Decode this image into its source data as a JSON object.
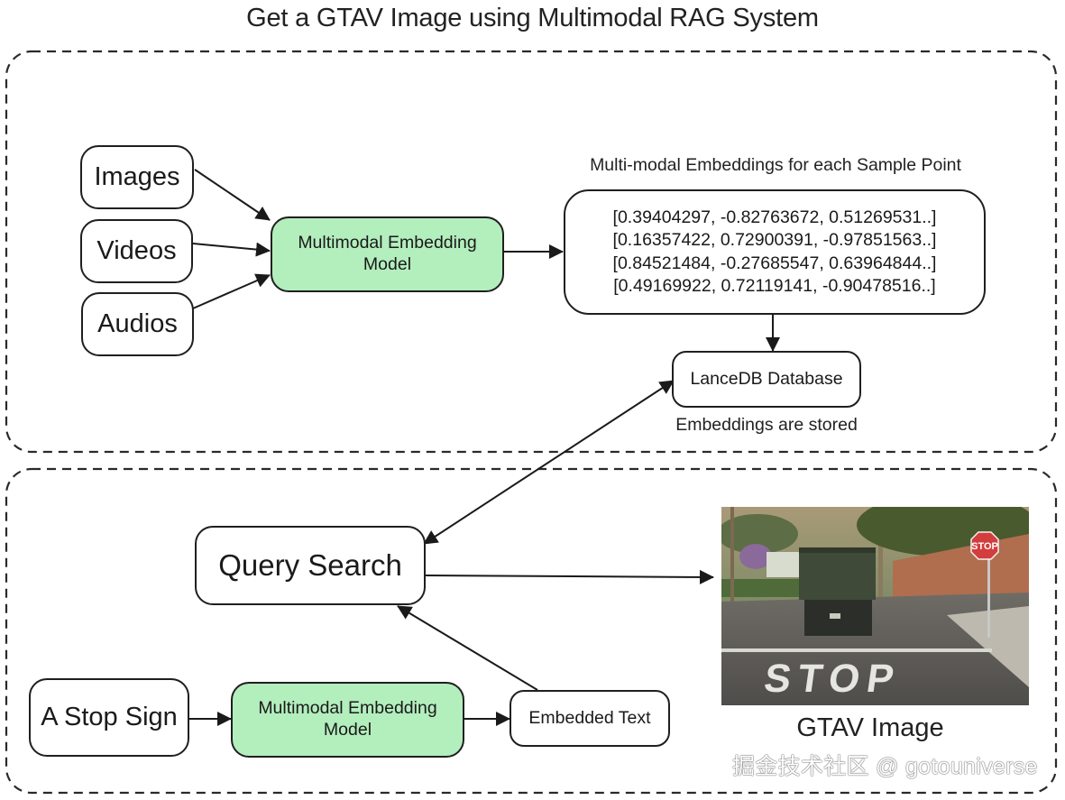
{
  "title": "Get a GTAV Image using Multimodal RAG System",
  "ingestion": {
    "inputs": [
      {
        "label": "Images"
      },
      {
        "label": "Videos"
      },
      {
        "label": "Audios"
      }
    ],
    "model": {
      "line1": "Multimodal Embedding",
      "line2": "Model"
    },
    "embeddings_caption": "Multi-modal Embeddings for each Sample Point",
    "embeddings": [
      "[0.39404297, -0.82763672, 0.51269531..]",
      "[0.16357422, 0.72900391, -0.97851563..]",
      "[0.84521484, -0.27685547, 0.63964844..]",
      "[0.49169922, 0.72119141, -0.90478516..]"
    ],
    "database": {
      "label": "LanceDB Database",
      "caption": "Embeddings are stored"
    }
  },
  "retrieval": {
    "query_search": "Query Search",
    "query_input": "A Stop Sign",
    "model": {
      "line1": "Multimodal Embedding",
      "line2": "Model"
    },
    "embedded_text": "Embedded Text",
    "result_caption": "GTAV Image",
    "result_image": {
      "description": "GTAV street scene: truck rear, STOP sign, STOP road marking",
      "sign_text": "STOP",
      "road_text": "STOP"
    }
  },
  "colors": {
    "model_fill": "#b3eebd",
    "stroke": "#1f1f1f"
  },
  "watermark": "掘金技术社区 @ gotouniverse"
}
